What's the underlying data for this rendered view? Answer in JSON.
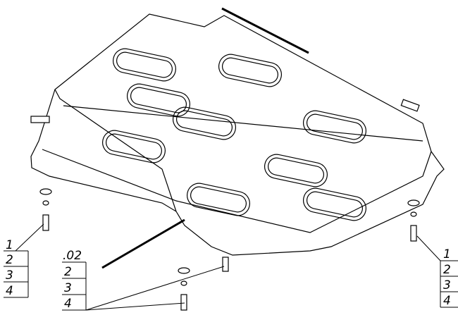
{
  "callouts": {
    "left": [
      "1",
      "2",
      "3",
      "4"
    ],
    "middle": [
      ".02",
      "2",
      "3",
      "4"
    ],
    "right": [
      "1",
      "2",
      "3",
      "4"
    ]
  }
}
